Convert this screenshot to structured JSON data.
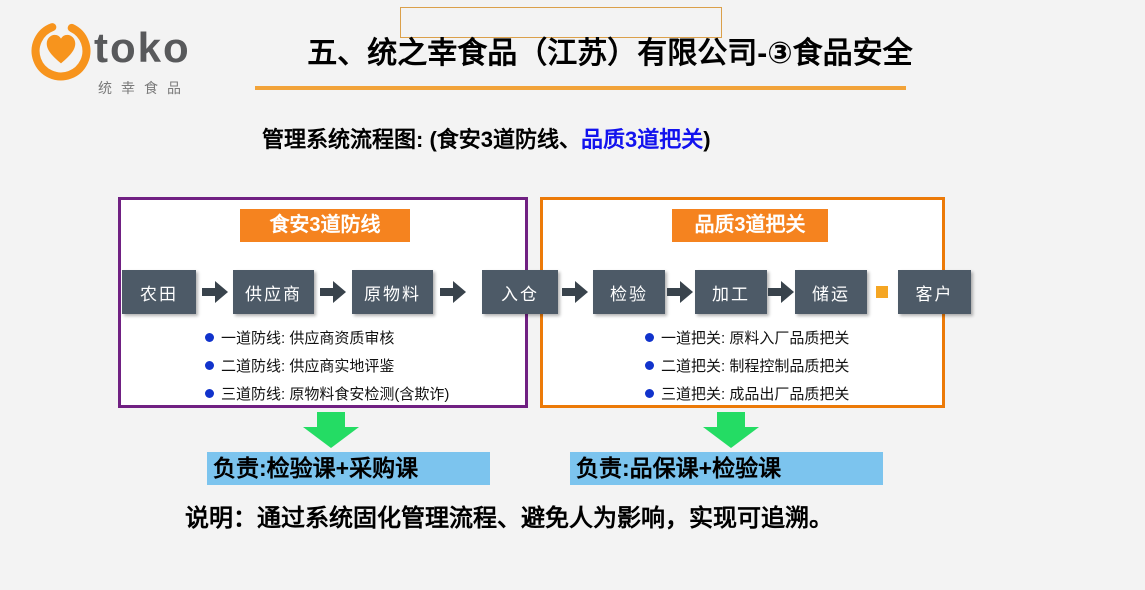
{
  "logo": {
    "brand": "toko",
    "sub": "统幸食品"
  },
  "header": {
    "title": "五、统之幸食品（江苏）有限公司-③食品安全"
  },
  "subtitle": {
    "prefix": "管理系统流程图: (食安3道防线、",
    "highlight": "品质3道把关",
    "suffix": ")"
  },
  "flow": {
    "nodes": [
      "农田",
      "供应商",
      "原物料",
      "入仓",
      "检验",
      "加工",
      "储运",
      "客户"
    ]
  },
  "panels": {
    "left": {
      "header": "食安3道防线",
      "bullets": [
        "一道防线: 供应商资质审核",
        "二道防线: 供应商实地评鉴",
        "三道防线: 原物料食安检测(含欺诈)"
      ],
      "owner": "负责:检验课+采购课"
    },
    "right": {
      "header": "品质3道把关",
      "bullets": [
        "一道把关: 原料入厂品质把关",
        "二道把关: 制程控制品质把关",
        "三道把关: 成品出厂品质把关"
      ],
      "owner": "负责:品保课+检验课"
    }
  },
  "note": "说明：通过系统固化管理流程、避免人为影响，实现可追溯。",
  "colors": {
    "accent_orange": "#F5831F",
    "purple_border": "#702082",
    "orange_border": "#EC7A08",
    "node_dark": "#4D5A67",
    "highlight_blue_text": "#1212EE",
    "owner_bg_blue": "#7CC4EE",
    "green_arrow": "#24DC64",
    "bullet_blue": "#1133CC"
  }
}
